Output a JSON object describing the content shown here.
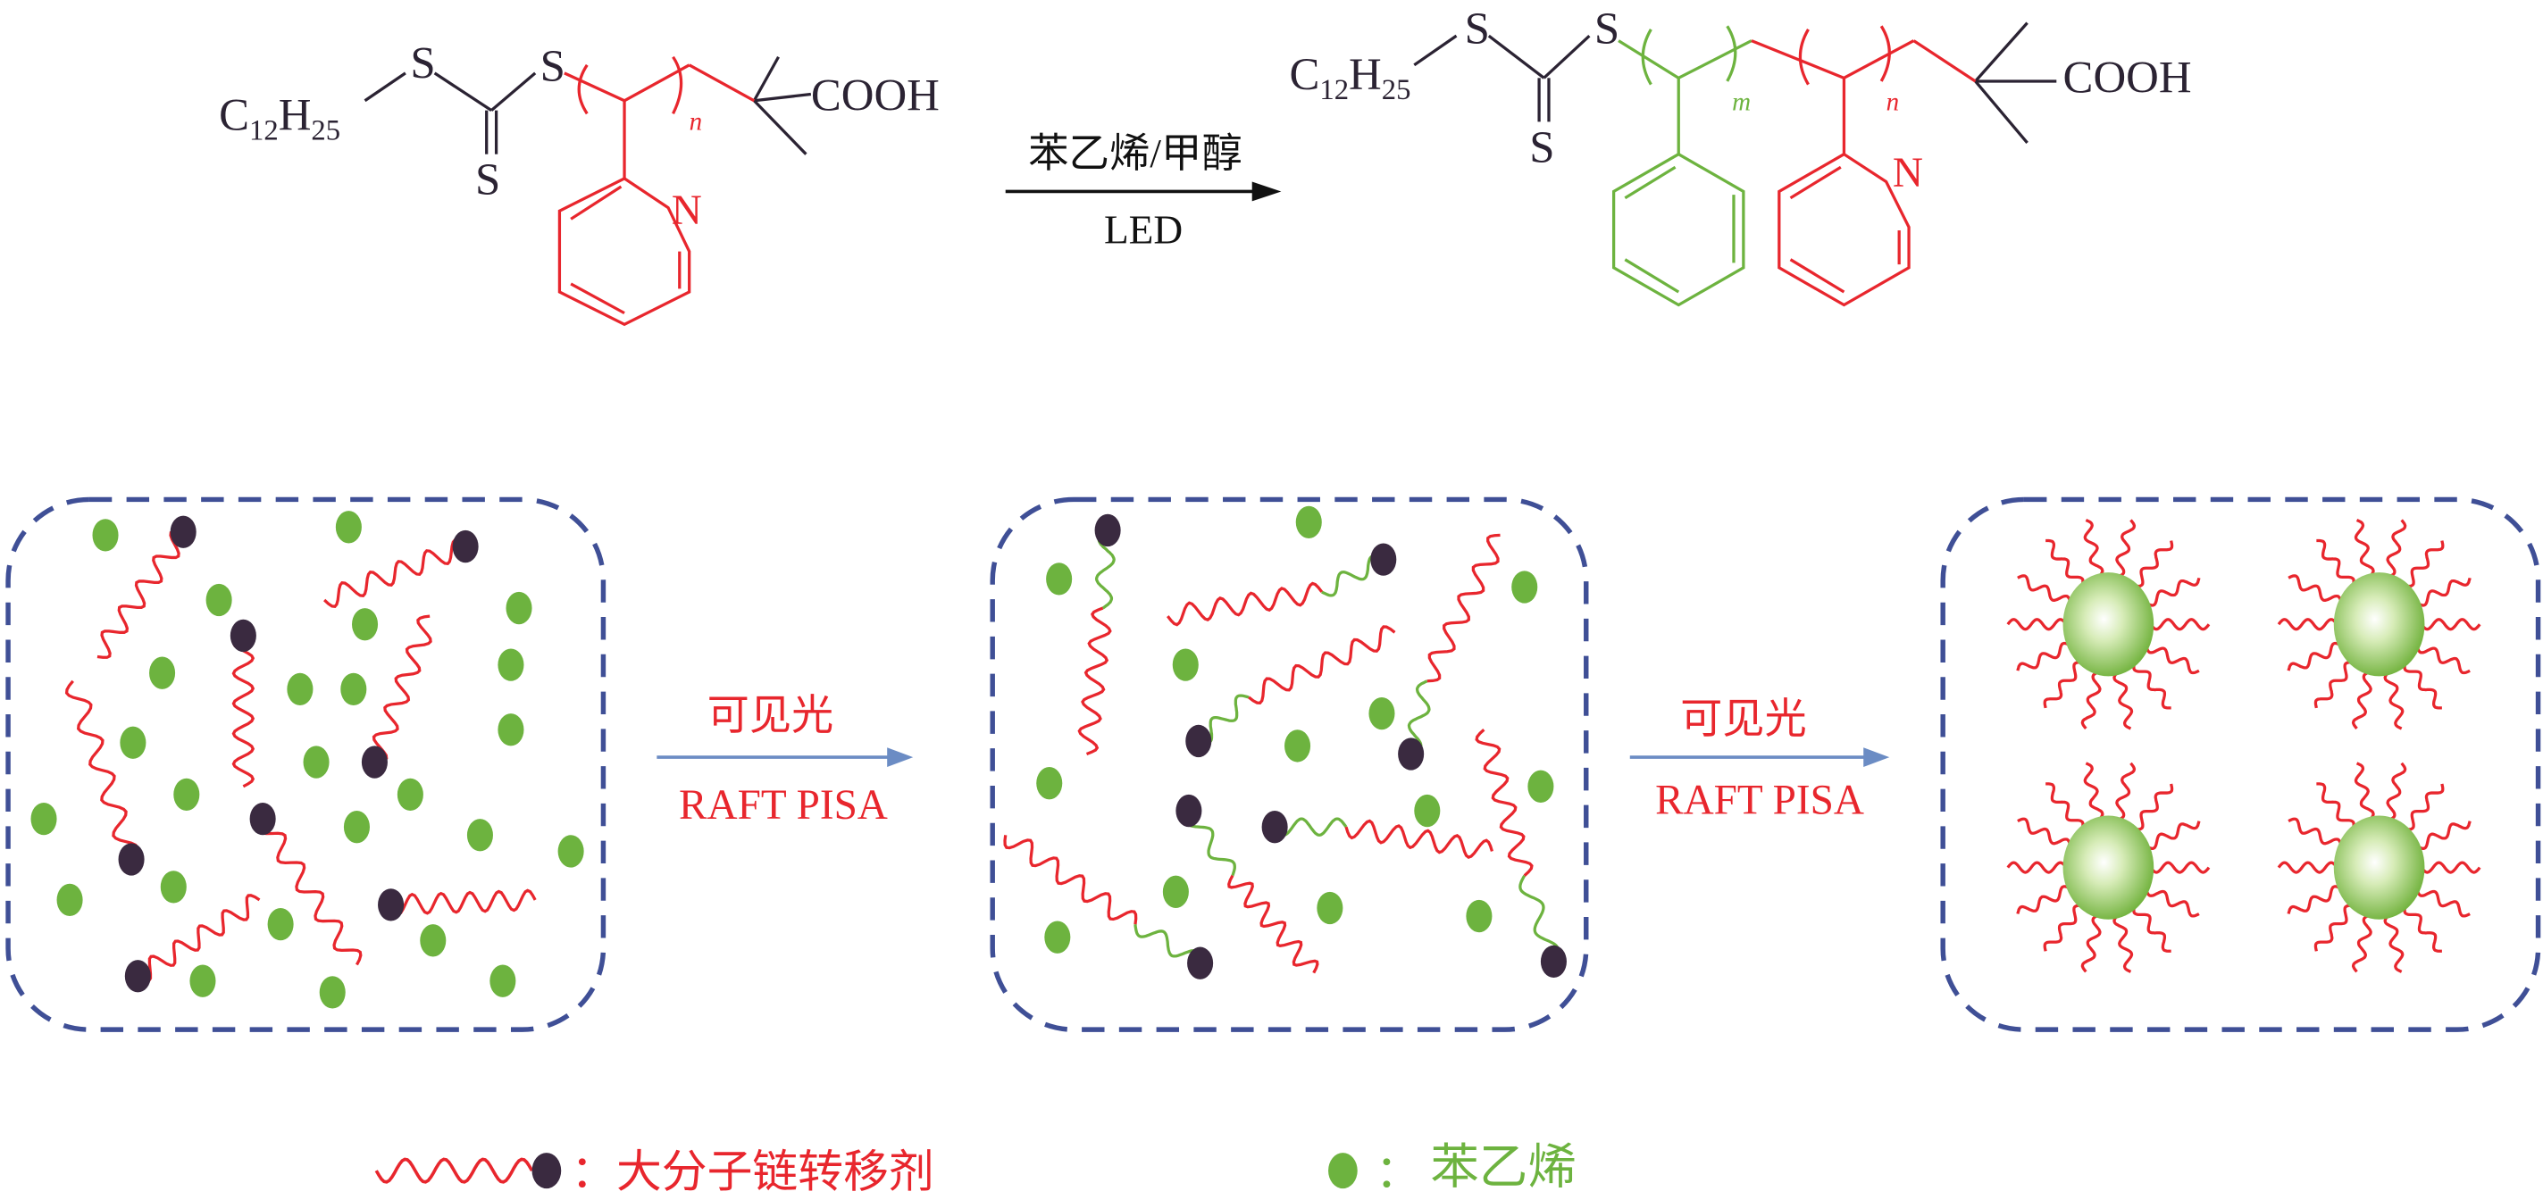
{
  "reaction": {
    "reactant": {
      "alkyl": "C",
      "alkyl_sub1": "12",
      "alkyl_h": "H",
      "alkyl_sub2": "25",
      "s1": "S",
      "s2": "S",
      "s3": "S",
      "acid": "COOH",
      "n": "n",
      "n_atom": "N"
    },
    "conditions_top": "苯乙烯/甲醇",
    "conditions_bottom": "LED",
    "product": {
      "alkyl": "C",
      "alkyl_sub1": "12",
      "alkyl_h": "H",
      "alkyl_sub2": "25",
      "s1": "S",
      "s2": "S",
      "s3": "S",
      "acid": "COOH",
      "m": "m",
      "n": "n",
      "n_atom": "N"
    }
  },
  "process": {
    "step1_top": "可见光",
    "step1_bottom": "RAFT PISA",
    "step2_top": "可见光",
    "step2_bottom": "RAFT PISA"
  },
  "legend": {
    "macro_cta": "：大分子链转移剂",
    "styrene": "苯乙烯",
    "styrene_colon": "："
  },
  "colors": {
    "red": "#e8262d",
    "green": "#6db33f",
    "dark": "#3a2a40",
    "box": "#3f4f96",
    "arrow": "#6b8cc4"
  }
}
